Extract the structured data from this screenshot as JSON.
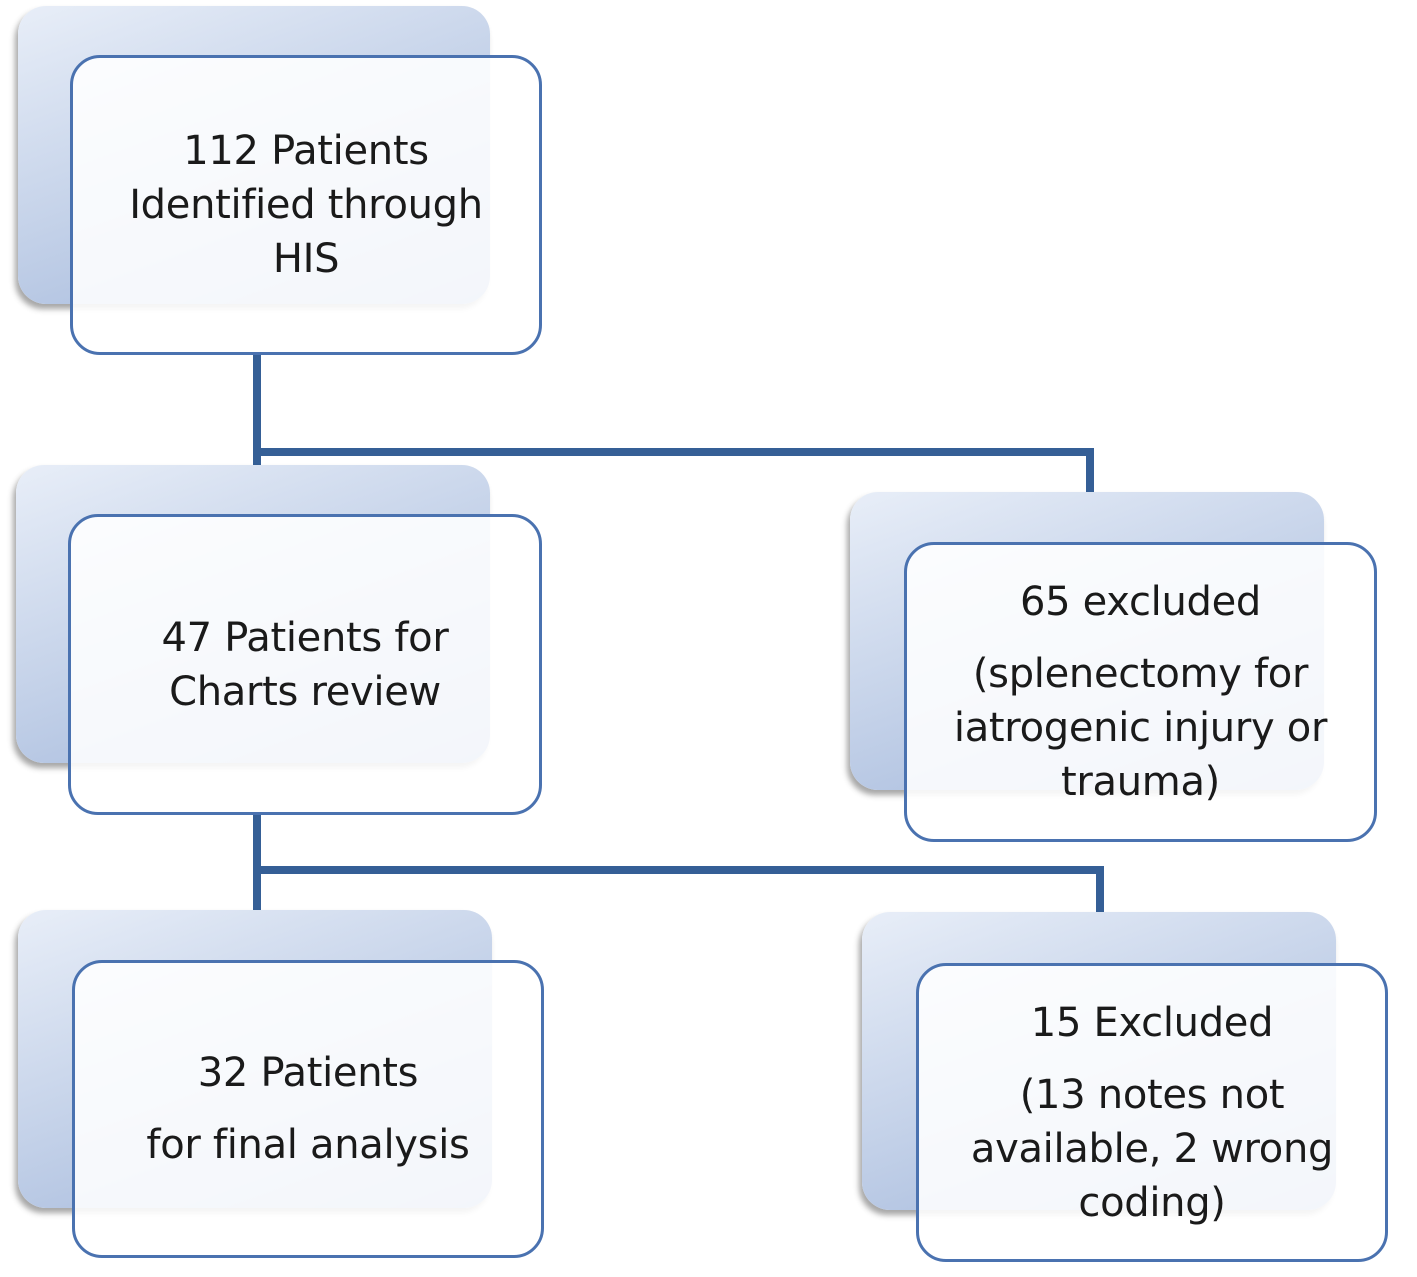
{
  "diagram": {
    "type": "flowchart",
    "colors": {
      "connector": "#355f96",
      "card_border": "#4a72b0",
      "card_gradient_light": "#e8eef8",
      "card_gradient_dark": "#9db3d9"
    },
    "nodes": {
      "identified": {
        "lines": [
          "112 Patients",
          "Identified through",
          "HIS"
        ]
      },
      "charts_review": {
        "lines": [
          "47 Patients for",
          "Charts review"
        ]
      },
      "excluded_65": {
        "heading": "65 excluded",
        "lines": [
          "(splenectomy for",
          "iatrogenic injury or",
          "trauma)"
        ]
      },
      "final_analysis": {
        "heading": "32 Patients",
        "lines": [
          "for final analysis"
        ]
      },
      "excluded_15": {
        "heading": "15 Excluded",
        "lines": [
          "(13 notes not",
          "available, 2 wrong",
          "coding)"
        ]
      }
    },
    "edges": [
      {
        "from": "identified",
        "to": "charts_review"
      },
      {
        "from": "identified",
        "to": "excluded_65"
      },
      {
        "from": "charts_review",
        "to": "final_analysis"
      },
      {
        "from": "charts_review",
        "to": "excluded_15"
      }
    ]
  }
}
